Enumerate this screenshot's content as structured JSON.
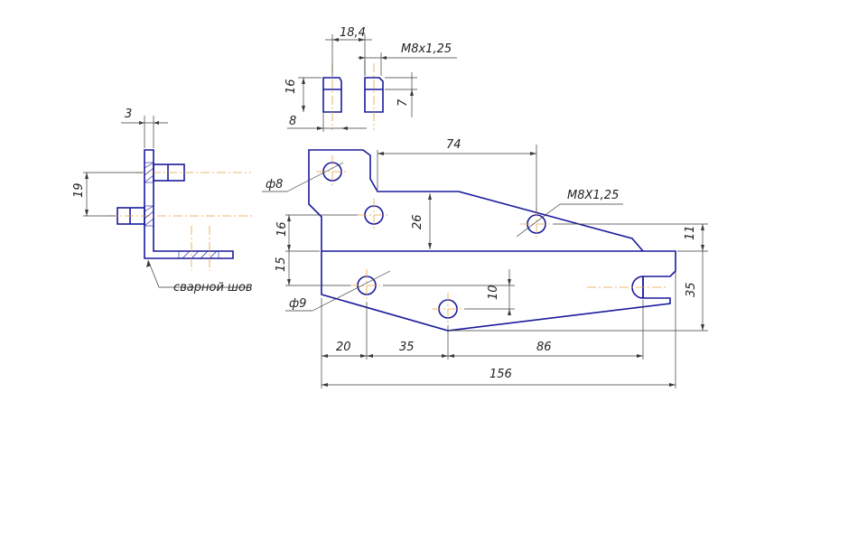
{
  "drawing": {
    "pins": {
      "width_dim": "18,4",
      "thread_dim": "M8x1,25",
      "height_dim": "16",
      "body_dim": "8",
      "thread_len_dim": "7"
    },
    "side_view": {
      "thickness_dim": "3",
      "spacing_dim": "19",
      "weld_note": "сварной шов"
    },
    "plate": {
      "hole_dia_top": "ф8",
      "hole_dia_bottom": "ф9",
      "thread_hole": "M8X1,25",
      "top_offset": "74",
      "height_26": "26",
      "left_16": "16",
      "left_15": "15",
      "center_10": "10",
      "right_11": "11",
      "right_35": "35",
      "bottom_20": "20",
      "bottom_35": "35",
      "bottom_86": "86",
      "overall_156": "156"
    }
  }
}
